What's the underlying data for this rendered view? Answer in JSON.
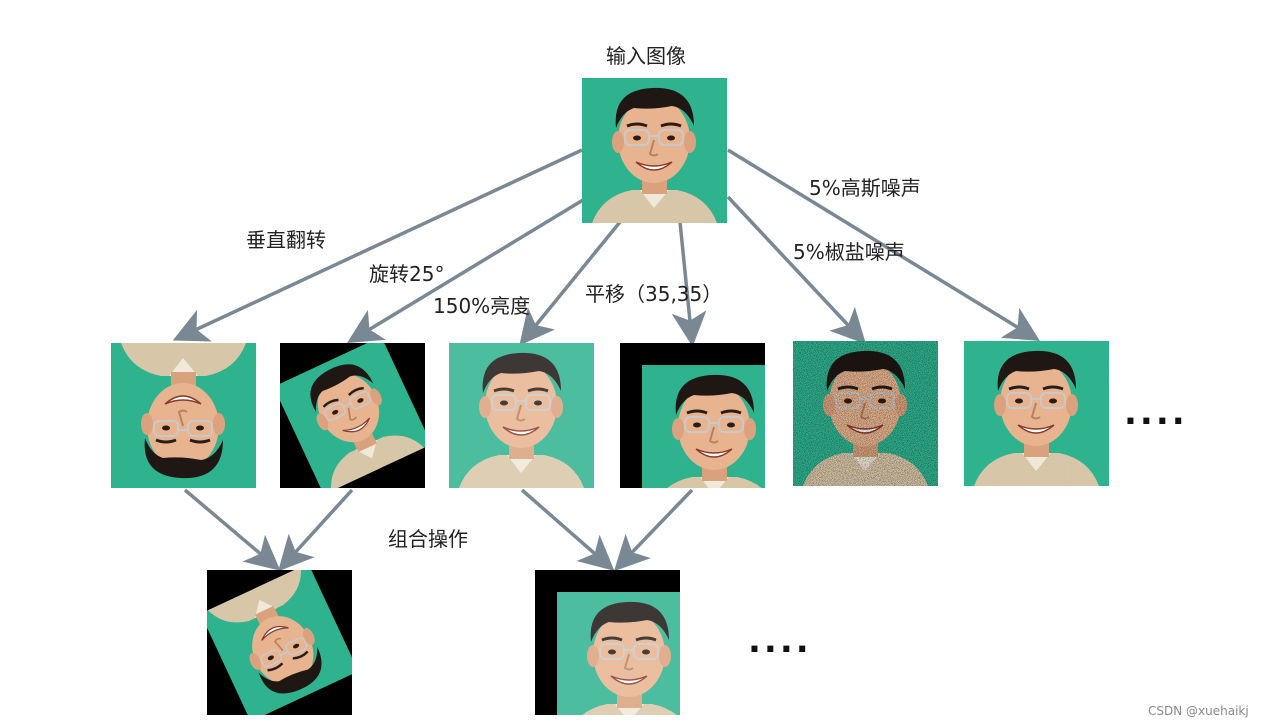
{
  "labels": {
    "input": "输入图像",
    "vflip": "垂直翻转",
    "rotate": "旋转25°",
    "bright": "150%亮度",
    "shift": "平移（35,35）",
    "salt": "5%椒盐噪声",
    "gauss": "5%高斯噪声",
    "combo": "组合操作",
    "more1": "....",
    "more2": "....",
    "watermark": "CSDN @xuehaikj"
  },
  "colors": {
    "background_green": "#2fb38f",
    "arrow": "#7a8894",
    "skin": "#e7b48f",
    "hair": "#1e1714",
    "frame_black": "#000000"
  }
}
